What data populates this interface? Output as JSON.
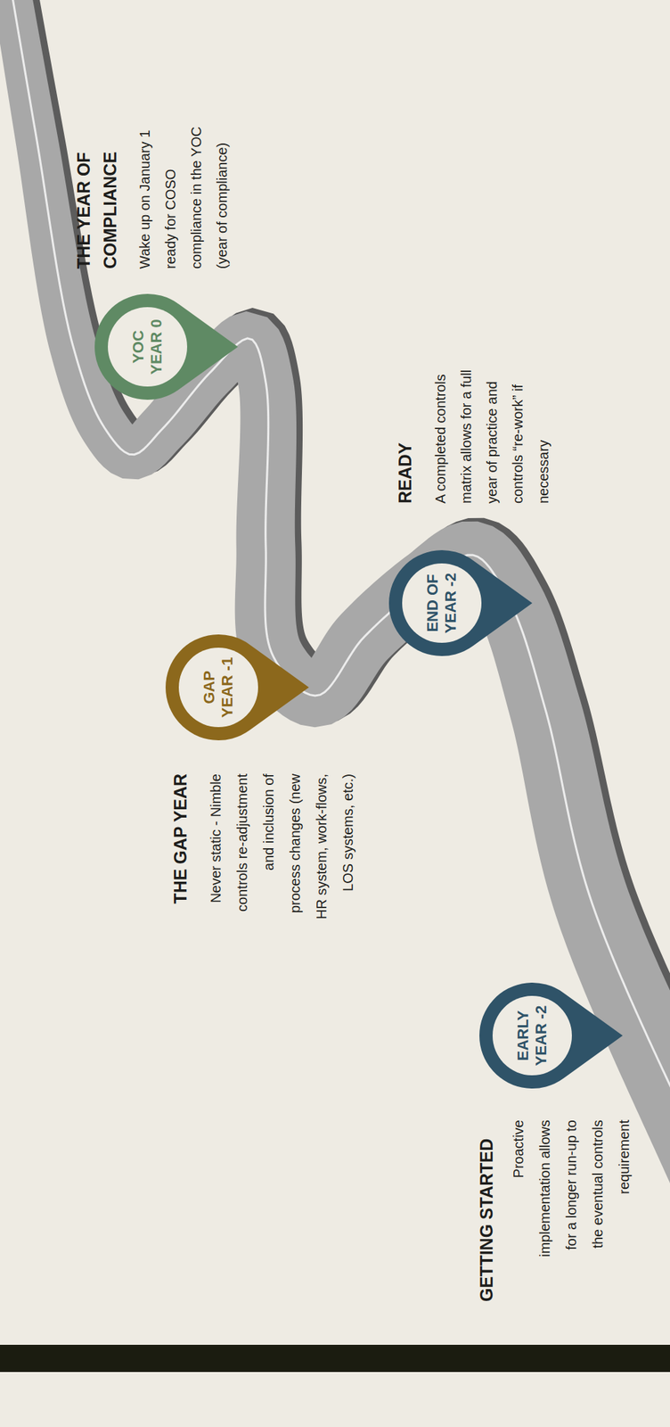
{
  "diagram": {
    "nodes": [
      {
        "text": [
          "EARLY YEAR -2",
          "GETTING STARTED",
          "Proactive implementation allows for a longer run-up to the eventual controls requirement"
        ]
      },
      {
        "text": [
          "END OF YEAR -2",
          "READY",
          "A completed controls matrix allows for a full year of practice and controls “re-work” if necessary"
        ]
      },
      {
        "text": [
          "GAP YEAR -1",
          "THE GAP YEAR",
          "Never static - Nimble controls re-adjustment and inclusion of process changes (new HR system, work-flows, LOS systems, etc.)"
        ]
      },
      {
        "text": [
          "YOC YEAR 0",
          "THE YEAR OF COMPLIANCE",
          "Wake up on January 1 ready for COSO compliance in the YOC (year of compliance)"
        ]
      }
    ]
  }
}
